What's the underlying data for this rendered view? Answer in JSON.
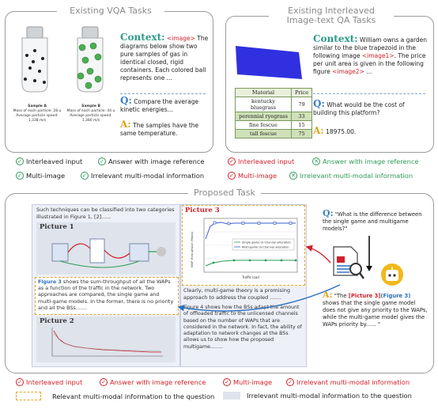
{
  "vqa": {
    "title": "Existing VQA Tasks",
    "sample_a_label": "Sample A",
    "sample_a_line1": "Mass of each particle: 28 u",
    "sample_a_line2": "Average particle speed: 1,338 m/s",
    "sample_b_label": "Sample B",
    "sample_b_line1": "Mass of each particle: 44 u",
    "sample_b_line2": "Average particle speed: 1,380 m/s",
    "context_label": "Context:",
    "context_tag": "<image>",
    "context_text": " The diagrams below show two pure samples of gas in identical closed, rigid containers. Each colored ball represents one ...",
    "q_label": "Q:",
    "question": "Compare the average kinetic energies...",
    "a_label": "A:",
    "answer": "The samples have the same temperature.",
    "features": [
      {
        "icon": "check",
        "text": "Interleaved input"
      },
      {
        "icon": "check",
        "text": "Answer with image reference"
      },
      {
        "icon": "check",
        "text": "Multi-image"
      },
      {
        "icon": "check",
        "text": "Irrelevant multi-modal information"
      }
    ]
  },
  "interleaved": {
    "title_line1": "Existing Interleaved",
    "title_line2": "Image-text QA Tasks",
    "table_header": [
      "Material",
      "Price"
    ],
    "table_rows": [
      [
        "kentucky bluegrass",
        "79"
      ],
      [
        "perennial ryegrass",
        "33"
      ],
      [
        "fine fescue",
        "15"
      ],
      [
        "tall fescue",
        "75"
      ]
    ],
    "context_label": "Context:",
    "context_text1": " William owns a garden similar to the blue trapezoid in the following image ",
    "context_tag1": "<image1>",
    "context_text2": ". The price per unit area is given in the following figure ",
    "context_tag2": "<image2>",
    "context_text3": " ...",
    "q_label": "Q:",
    "question": "What would be the cost of building this platform?",
    "a_label": "A:",
    "answer": "18975.00.",
    "features": [
      {
        "icon": "check",
        "text": "Interleaved input"
      },
      {
        "icon": "cross",
        "text": "Answer with image reference"
      },
      {
        "icon": "cross",
        "text": "Multi-image"
      },
      {
        "icon": "cross",
        "text": "Irrelevant multi-modal information"
      }
    ]
  },
  "proposed": {
    "title": "Proposed Task",
    "doc_intro": "Such techniques can be classified into two categories illustrated in Figure 1, [2]......",
    "picture1_label": "Picture 1",
    "figure3_ref": "Figure 3",
    "figure3_text": " shows the sum-throughput of all the WAPs as a function of the traffic in the network. Two approaches are compared, the single game and multi-game models. In the former, there is no priority and all the BSs.......",
    "picture2_label": "Picture 2",
    "picture3_label": "Picture 3",
    "chart_legend1": "Single game Ui-Channel allocation",
    "chart_legend2": "Multi-game Ui-Channel allocation",
    "chart_xlabel": "Traffic load",
    "chart_ylabel": "WAP throughput (Mbps)",
    "col2_text1": "Clearly, multi-game theory is a promising approach to address the coupled .......",
    "col2_text2": "Figure 4 shows how the BSs adapt the amount of offloaded traffic to the unlicensed channels based on the number of WAPs that are considered in the network. In fact, the ability of adaptation to network changes at the BSs allows us to show how the proposed multigame........",
    "q_label": "Q:",
    "question": "\"What is the difference between the single game and multigame models?\"",
    "a_label": "A:",
    "answer_pre": "\"The ",
    "answer_ref1": "[Picture 3]",
    "answer_ref2": "(Figure 3)",
    "answer_post": " shows that the single game model does not give any priority to the WAPs, while the multi-game model gives the WAPs priority by...... \"",
    "features": [
      {
        "icon": "check",
        "text": "Interleaved input"
      },
      {
        "icon": "check",
        "text": "Answer with image reference"
      },
      {
        "icon": "check",
        "text": "Multi-image"
      },
      {
        "icon": "check",
        "text": "Irrelevant multi-modal information"
      }
    ],
    "legend_relevant": "Relevant multi-modal information to the question",
    "legend_irrelevant": "Irrelevant multi-modal information to the question"
  },
  "colors": {
    "green": "#2f9a55",
    "red": "#d0202a",
    "blue": "#3a7fc0",
    "yellow": "#e0a61a",
    "teal": "#2e9a8a",
    "trapezoid": "#3030e0"
  }
}
